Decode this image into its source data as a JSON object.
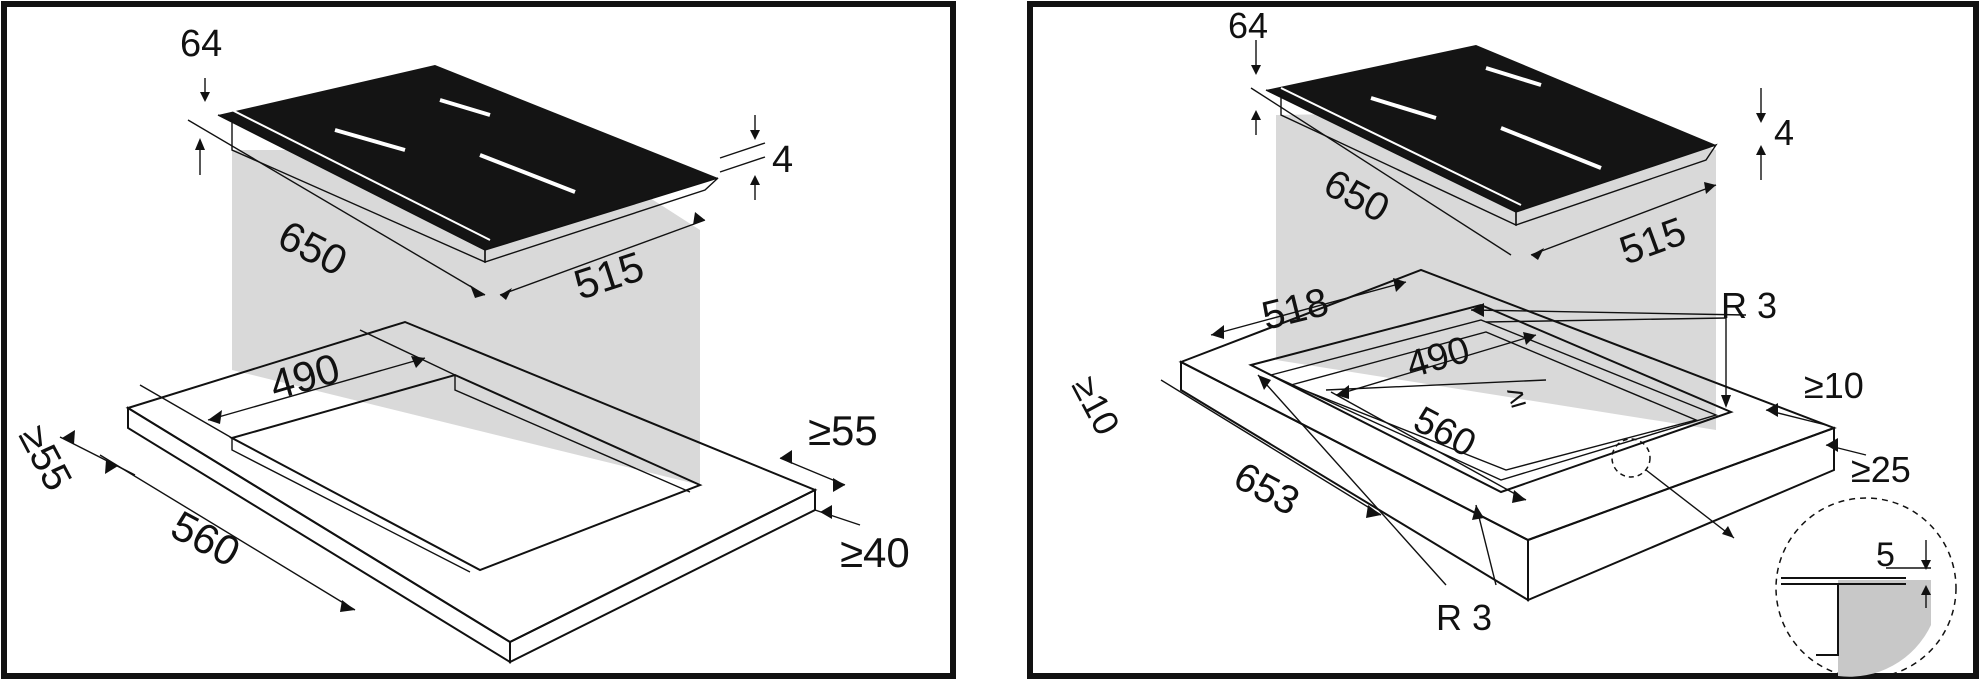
{
  "colors": {
    "hob": "#141414",
    "shadow": "#d9d9d9",
    "frame": "#111111",
    "countertop": "#ffffff",
    "detail_fill": "#c8c8c8"
  },
  "left_diagram": {
    "hob_depth": "64",
    "hob_thickness": "4",
    "hob_width": "650",
    "hob_length": "515",
    "cutout_depth": "490",
    "cutout_width": "560",
    "edge_front": "≥55",
    "edge_side": "≥55",
    "edge_back": "≥40"
  },
  "right_diagram": {
    "hob_depth": "64",
    "hob_thickness": "4",
    "hob_width": "650",
    "hob_length": "515",
    "rebate_depth": "518",
    "rebate_width": "653",
    "cutout_depth": "490",
    "cutout_width": "560",
    "cutout_ge_mark": "≥",
    "radius_top": "R 3",
    "radius_bottom": "R 3",
    "edge_front": "≥10",
    "edge_right": "≥10",
    "edge_right_low": "≥25",
    "detail_depth": "5"
  }
}
